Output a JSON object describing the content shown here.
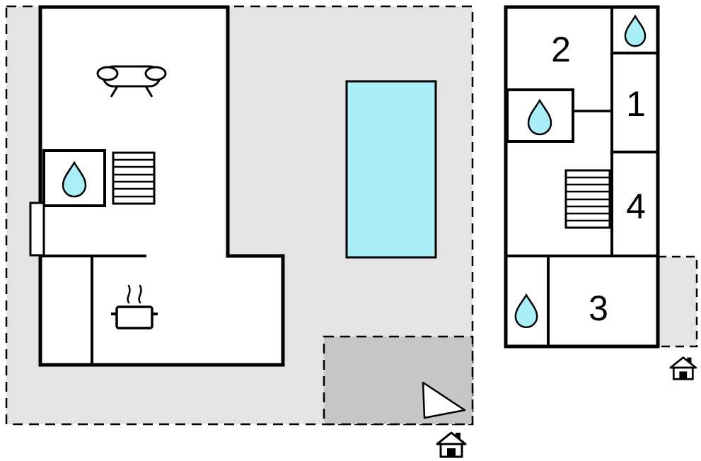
{
  "plan": {
    "title": "vacation-home-floor-plan",
    "rooms": [
      {
        "label": "2"
      },
      {
        "label": "1"
      },
      {
        "label": "4"
      },
      {
        "label": "3"
      }
    ],
    "colors": {
      "plot": "#e4e4e4",
      "terrace": "#c6c6c6",
      "water": "#aaeef8",
      "wall": "#000000",
      "floor": "#ffffff"
    },
    "icons": {
      "sofa": "sofa-icon",
      "stove": "stove-icon",
      "stairs": "stairs-icon",
      "bathroom": "water-drop-icon",
      "pool": "swimming-pool",
      "north": "north-arrow-icon",
      "entrance": "house-entrance-icon"
    }
  }
}
